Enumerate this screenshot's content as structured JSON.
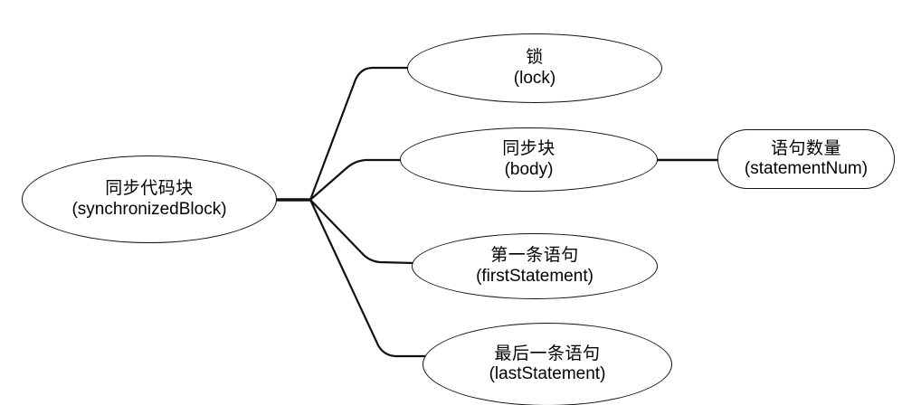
{
  "diagram": {
    "type": "mind-map",
    "title": "synchronizedBlock structure mind map",
    "nodes": {
      "root": {
        "cn": "同步代码块",
        "en": "(synchronizedBlock)",
        "shape": "ellipse"
      },
      "lock": {
        "cn": "锁",
        "en": "(lock)",
        "shape": "ellipse"
      },
      "body": {
        "cn": "同步块",
        "en": "(body)",
        "shape": "ellipse"
      },
      "statement_num": {
        "cn": "语句数量",
        "en": "(statementNum)",
        "shape": "rounded-rectangle"
      },
      "first_statement": {
        "cn": "第一条语句",
        "en": "(firstStatement)",
        "shape": "ellipse"
      },
      "last_statement": {
        "cn": "最后一条语句",
        "en": "(lastStatement)",
        "shape": "ellipse"
      }
    },
    "edges": [
      {
        "from": "root",
        "to": "lock"
      },
      {
        "from": "root",
        "to": "body"
      },
      {
        "from": "root",
        "to": "first_statement"
      },
      {
        "from": "root",
        "to": "last_statement"
      },
      {
        "from": "body",
        "to": "statement_num"
      }
    ],
    "colors": {
      "stroke": "#111111",
      "text": "#000000",
      "background": "#ffffff"
    }
  }
}
